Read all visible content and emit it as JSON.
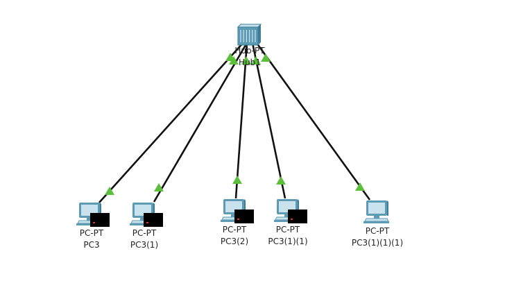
{
  "colors": {
    "link": "#111111",
    "link_light": "#5cbf3c",
    "device_body": "#5d9ab3",
    "device_light": "#c9e3ee",
    "black_box": "#000000"
  },
  "hub": {
    "type_label": "Hub-PT",
    "name_label": "Hub1",
    "icon": "hub-icon"
  },
  "pcs": [
    {
      "type_label": "PC-PT",
      "name_label": "PC3",
      "icon": "pc-icon",
      "covered": true
    },
    {
      "type_label": "PC-PT",
      "name_label": "PC3(1)",
      "icon": "pc-icon",
      "covered": true
    },
    {
      "type_label": "PC-PT",
      "name_label": "PC3(2)",
      "icon": "pc-icon",
      "covered": true
    },
    {
      "type_label": "PC-PT",
      "name_label": "PC3(1)(1)",
      "icon": "pc-icon",
      "covered": true
    },
    {
      "type_label": "PC-PT",
      "name_label": "PC3(1)(1)(1)",
      "icon": "pc-icon",
      "covered": false
    }
  ]
}
